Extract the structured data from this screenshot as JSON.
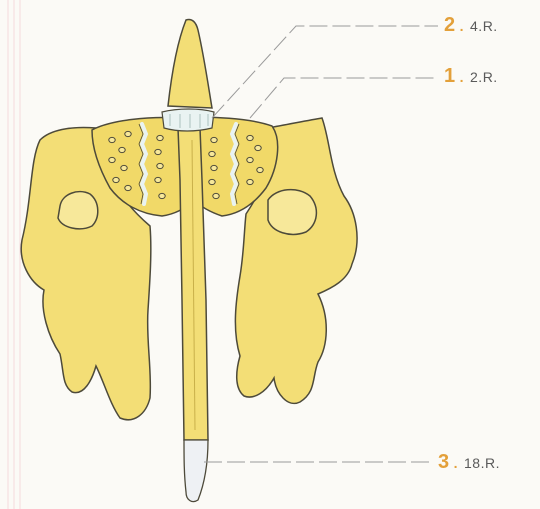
{
  "labels": [
    {
      "number": "2",
      "text": "4.R."
    },
    {
      "number": "1",
      "text": "2.R."
    },
    {
      "number": "3",
      "text": "18.R."
    }
  ],
  "colors": {
    "bone_fill": "#f3de76",
    "bone_shade": "#e8cc5a",
    "outline": "#4d4a3a",
    "label_number": "#e3a03a",
    "label_text": "#5a5a5a",
    "leader_line": "#9a9a9a",
    "joint_white": "#e9f3f2"
  }
}
